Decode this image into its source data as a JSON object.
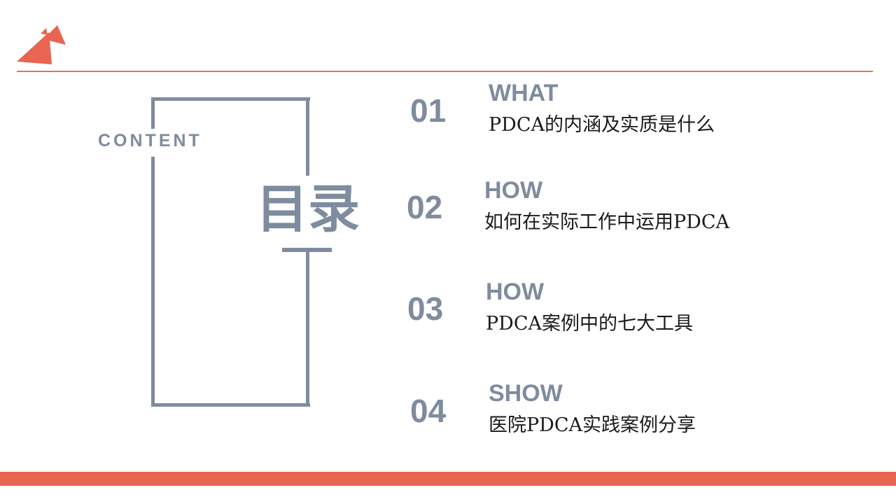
{
  "toc": {
    "label": "CONTENT",
    "title": "目录"
  },
  "items": [
    {
      "number": "01",
      "heading": "WHAT",
      "description": "PDCA的内涵及实质是什么"
    },
    {
      "number": "02",
      "heading": "HOW",
      "description": "如何在实际工作中运用PDCA"
    },
    {
      "number": "03",
      "heading": "HOW",
      "description": "PDCA案例中的七大工具"
    },
    {
      "number": "04",
      "heading": "SHOW",
      "description": "医院PDCA实践案例分享"
    }
  ],
  "colors": {
    "accent": "#e86552",
    "frame": "#7f8b9e",
    "text_dark": "#1a1a1a"
  },
  "icons": {
    "logo": "red-triangles-logo-icon"
  }
}
